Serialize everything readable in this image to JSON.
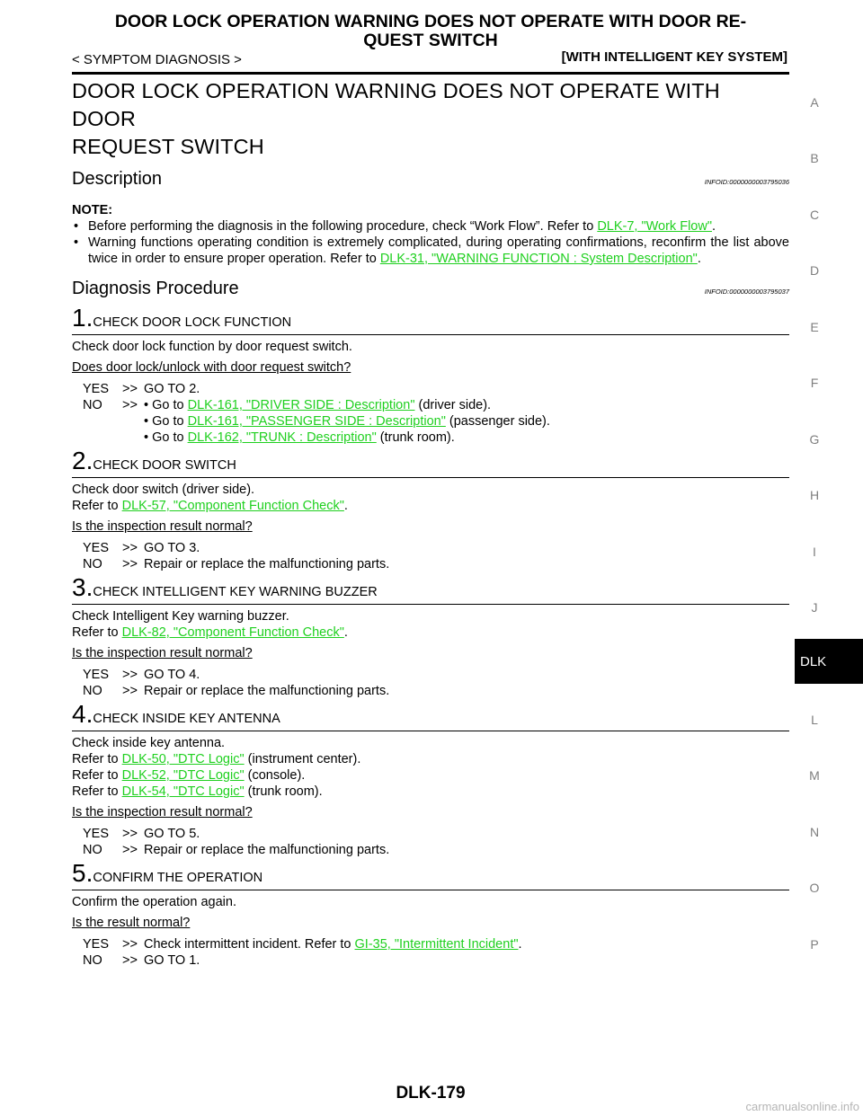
{
  "header": {
    "title_line1": "DOOR LOCK OPERATION WARNING DOES NOT OPERATE WITH DOOR RE-",
    "title_line2": "QUEST SWITCH",
    "section": "< SYMPTOM DIAGNOSIS >",
    "system": "[WITH INTELLIGENT KEY SYSTEM]"
  },
  "main_title_line1": "DOOR LOCK OPERATION WARNING DOES NOT OPERATE WITH DOOR",
  "main_title_line2": "REQUEST SWITCH",
  "description": {
    "heading": "Description",
    "infoid": "INFOID:0000000003795036",
    "note_label": "NOTE:",
    "bullet1_text": "Before performing the diagnosis in the following procedure, check “Work Flow”. Refer to ",
    "bullet1_link": "DLK-7, \"Work Flow\"",
    "bullet1_end": ".",
    "bullet2_text": "Warning functions operating condition is extremely complicated, during operating confirmations, reconfirm the list above twice in order to ensure proper operation. Refer to ",
    "bullet2_link": "DLK-31, \"WARNING FUNCTION : System Description\"",
    "bullet2_end": "."
  },
  "procedure": {
    "heading": "Diagnosis Procedure",
    "infoid": "INFOID:0000000003795037"
  },
  "steps": {
    "s1": {
      "num": "1.",
      "title": "CHECK DOOR LOCK FUNCTION",
      "text": "Check door lock function by door request switch.",
      "question": "Does door lock/unlock with door request switch?",
      "yes_key": "YES",
      "yes_val": "GO TO 2.",
      "no_key": "NO",
      "no_go": "• Go to ",
      "no_link1": "DLK-161, \"DRIVER SIDE : Description\"",
      "no_end1": " (driver side).",
      "no_link2": "DLK-161, \"PASSENGER SIDE : Description\"",
      "no_end2": " (passenger side).",
      "no_link3": "DLK-162, \"TRUNK : Description\"",
      "no_end3": " (trunk room)."
    },
    "s2": {
      "num": "2.",
      "title": "CHECK DOOR SWITCH",
      "text1": "Check door switch (driver side).",
      "refer": "Refer to ",
      "link": "DLK-57, \"Component Function Check\"",
      "end": ".",
      "question": "Is the inspection result normal?",
      "yes_key": "YES",
      "yes_val": "GO TO 3.",
      "no_key": "NO",
      "no_val": "Repair or replace the malfunctioning parts."
    },
    "s3": {
      "num": "3.",
      "title": "CHECK INTELLIGENT KEY WARNING BUZZER",
      "text1": "Check Intelligent Key warning buzzer.",
      "refer": "Refer to ",
      "link": "DLK-82, \"Component Function Check\"",
      "end": ".",
      "question": "Is the inspection result normal?",
      "yes_key": "YES",
      "yes_val": "GO TO 4.",
      "no_key": "NO",
      "no_val": "Repair or replace the malfunctioning parts."
    },
    "s4": {
      "num": "4.",
      "title": "CHECK INSIDE KEY ANTENNA",
      "text1": "Check inside key antenna.",
      "refer": "Refer to ",
      "link1": "DLK-50, \"DTC Logic\"",
      "end1": " (instrument center).",
      "link2": "DLK-52, \"DTC Logic\"",
      "end2": " (console).",
      "link3": "DLK-54, \"DTC Logic\"",
      "end3": " (trunk room).",
      "question": "Is the inspection result normal?",
      "yes_key": "YES",
      "yes_val": "GO TO 5.",
      "no_key": "NO",
      "no_val": "Repair or replace the malfunctioning parts."
    },
    "s5": {
      "num": "5.",
      "title": "CONFIRM THE OPERATION",
      "text1": "Confirm the operation again.",
      "question": "Is the result normal?",
      "yes_key": "YES",
      "yes_text": "Check intermittent incident. Refer to ",
      "yes_link": "GI-35, \"Intermittent Incident\"",
      "yes_end": ".",
      "no_key": "NO",
      "no_val": "GO TO 1."
    }
  },
  "arrow": ">>",
  "side_index": {
    "letters": [
      "A",
      "B",
      "C",
      "D",
      "E",
      "F",
      "G",
      "H",
      "I",
      "J",
      "DLK",
      "L",
      "M",
      "N",
      "O",
      "P"
    ],
    "active": "DLK"
  },
  "footer": {
    "page": "DLK-179"
  },
  "watermark": "carmanualsonline.info"
}
